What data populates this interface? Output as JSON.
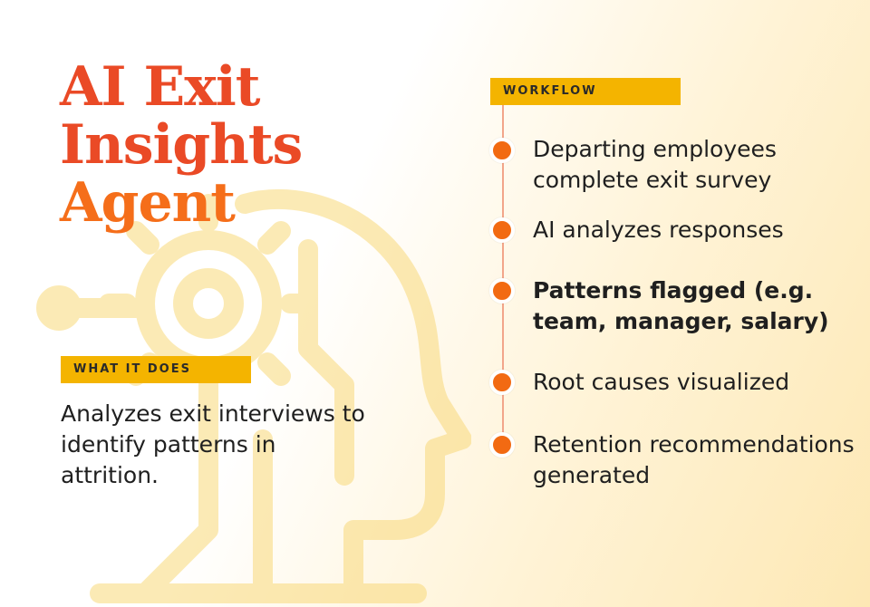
{
  "title": {
    "line1": "AI Exit",
    "line2": "Insights",
    "line3": "Agent"
  },
  "what_it_does": {
    "label": "WHAT IT DOES",
    "description": "Analyzes exit interviews to identify patterns in attrition."
  },
  "workflow": {
    "label": "WORKFLOW",
    "steps": [
      {
        "text": "Departing employees complete exit survey"
      },
      {
        "text": "AI analyzes responses"
      },
      {
        "text": "Patterns flagged (e.g. team, manager, salary)"
      },
      {
        "text": "Root causes visualized"
      },
      {
        "text": "Retention recommendations generated"
      }
    ]
  },
  "colors": {
    "title_red": "#ea4a26",
    "title_orange": "#f56e1a",
    "tag_yellow": "#f4b400",
    "dot_orange": "#f26a12"
  },
  "icons": {
    "background": "ai-head-gear-icon"
  }
}
